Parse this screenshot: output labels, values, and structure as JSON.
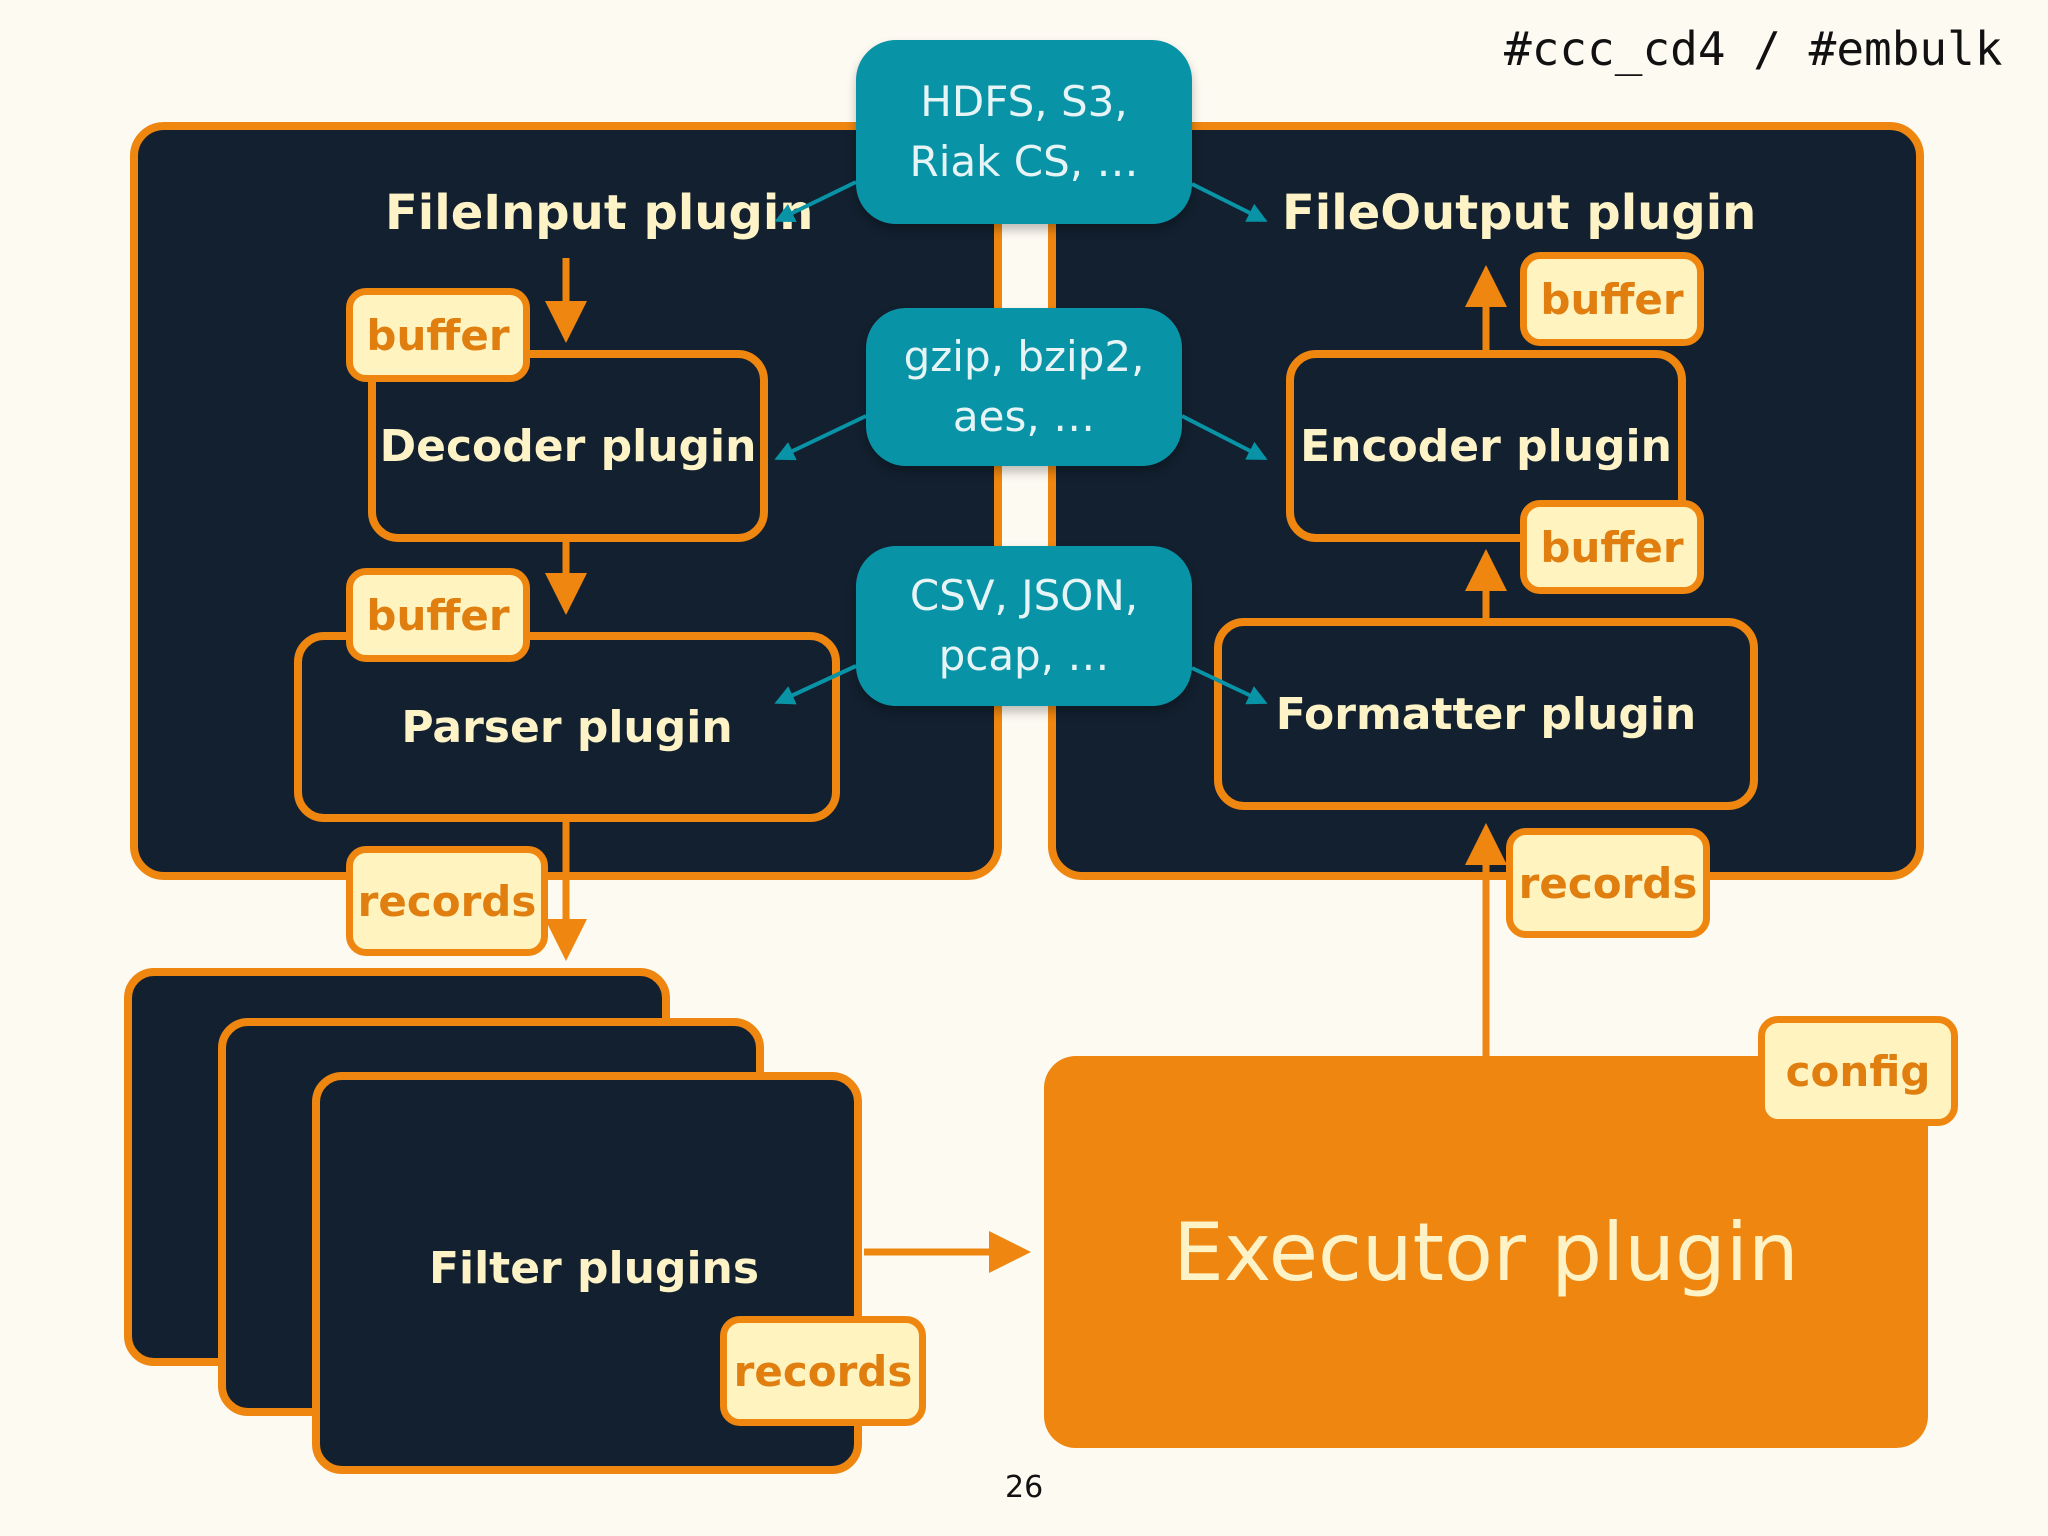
{
  "header": {
    "handle": "#ccc_cd4 / #embulk"
  },
  "input_side": {
    "title": "FileInput plugin",
    "decoder": "Decoder plugin",
    "parser": "Parser plugin",
    "buffer_top": "buffer",
    "buffer_mid": "buffer",
    "records": "records"
  },
  "output_side": {
    "title": "FileOutput plugin",
    "encoder": "Encoder plugin",
    "formatter": "Formatter plugin",
    "buffer_top": "buffer",
    "buffer_mid": "buffer",
    "records": "records"
  },
  "middle": {
    "storage": "HDFS, S3,\nRiak CS, …",
    "compression": "gzip, bzip2,\naes, …",
    "formats": "CSV, JSON,\npcap, …"
  },
  "filters": {
    "label": "Filter plugins",
    "records": "records"
  },
  "executor": {
    "label": "Executor plugin",
    "config": "config"
  },
  "footer": {
    "page_number": "26"
  },
  "colors": {
    "background": "#fdfaf2",
    "panel": "#13202f",
    "accent_orange": "#ee8610",
    "tag_fill": "#fff4bf",
    "teal": "#0894a6"
  }
}
